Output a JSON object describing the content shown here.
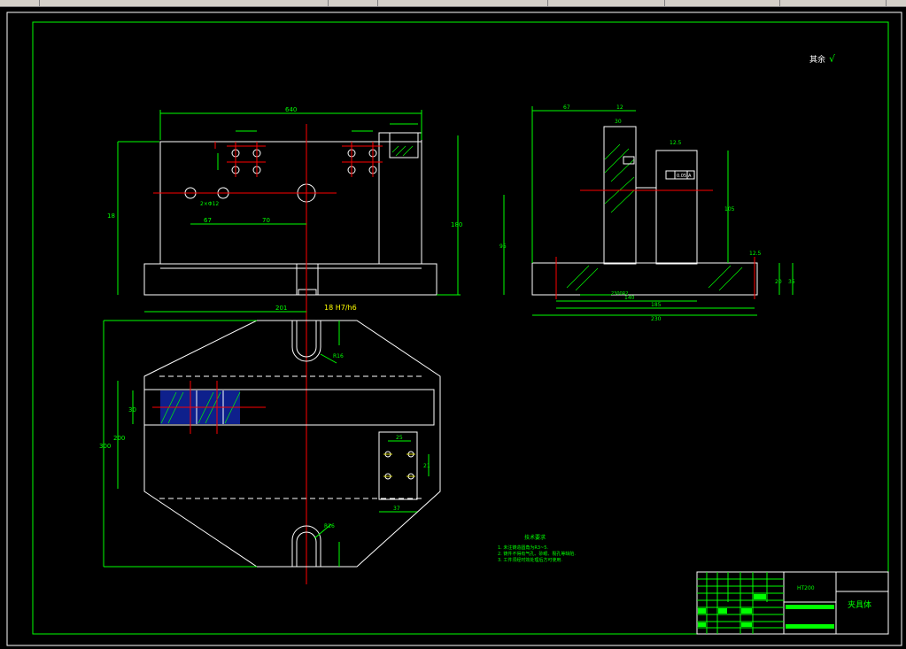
{
  "toolbar": {
    "items": [
      "",
      "",
      ""
    ],
    "colors": {
      "bg": "#d4d0c8"
    }
  },
  "drawing": {
    "roughness_note": "其余",
    "roughness_value": "√",
    "dims_front": {
      "overall_width": "640",
      "height_left": "18",
      "height_right": "180",
      "dim_a": "67",
      "dim_b": "70",
      "hole_note": "2×Φ12",
      "dim_c": "201",
      "fit": "18 H7/h6"
    },
    "dims_top": {
      "height_total": "300",
      "slot_height": "200",
      "slot_w": "30",
      "radius_top": "R16",
      "small_w": "25",
      "small_h": "21",
      "small_bottom": "37",
      "r_bottom": "R16"
    },
    "dims_side": {
      "top_a": "67",
      "top_b": "12",
      "top_c": "30",
      "tol": "0.05",
      "datum": "A",
      "rough_top": "12.5",
      "rough_right": "12.5",
      "height_total": "95",
      "height_inner": "105",
      "width_inner": "140",
      "width_mid": "185",
      "width_total": "230",
      "right_a": "20",
      "right_b": "35",
      "note_bottom": "2300R2"
    },
    "tech_req": {
      "title": "技术要求",
      "items": [
        "1. 未注铸造圆角为R3~5.",
        "2. 铸件不得有气孔、砂眼、裂孔等缺陷.",
        "3. 工件须经时效处理后方可使用."
      ]
    },
    "title_block": {
      "material": "HT200",
      "part_name": "夹具体"
    },
    "colors": {
      "line": "#ffffff",
      "dim": "#00ff00",
      "center": "#ff0000",
      "hatch": "#00ff00",
      "blue": "#1a3aff",
      "yellow": "#ffff00",
      "frame_outer": "#ffffff",
      "frame_green": "#00ff00"
    }
  }
}
